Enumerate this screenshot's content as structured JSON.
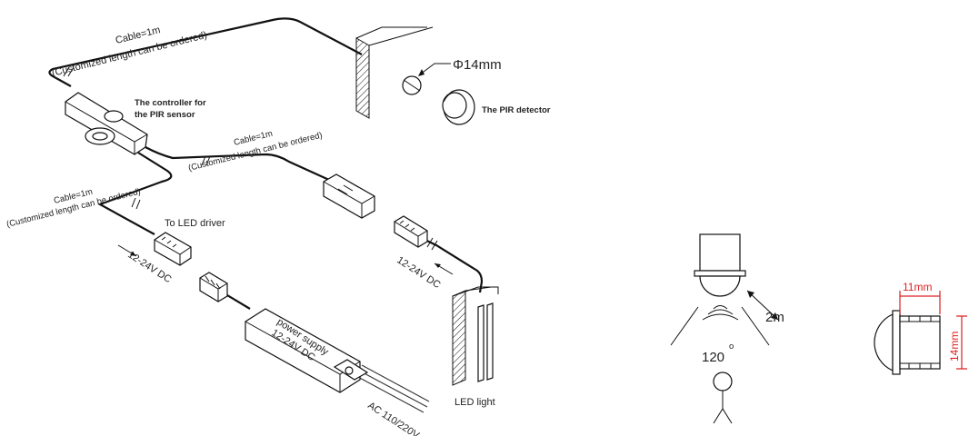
{
  "labels": {
    "cable_top_line1": "Cable=1m",
    "cable_top_line2": "(Customized length can be ordered)",
    "controller_line1": "The controller for",
    "controller_line2": "the PIR sensor",
    "phi": "Φ14mm",
    "pir_detector": "The PIR detector",
    "cable_mid_line1": "Cable=1m",
    "cable_mid_line2": "(Customized length can be ordered)",
    "cable_left_line1": "Cable=1m",
    "cable_left_line2": "(Customized length can be ordered)",
    "to_led_driver": "To LED driver",
    "voltage_left": "12-24V DC",
    "voltage_right": "12-24V DC",
    "power_supply_line1": "power supply",
    "power_supply_line2": "12-24V DC",
    "ac_input": "AC 110/220V",
    "led_light": "LED light",
    "distance": "2m",
    "angle": "120",
    "angle_unit": "o",
    "dim_width": "11mm",
    "dim_height": "14mm"
  },
  "colors": {
    "dimension": "#dd2222",
    "line": "#111111"
  }
}
